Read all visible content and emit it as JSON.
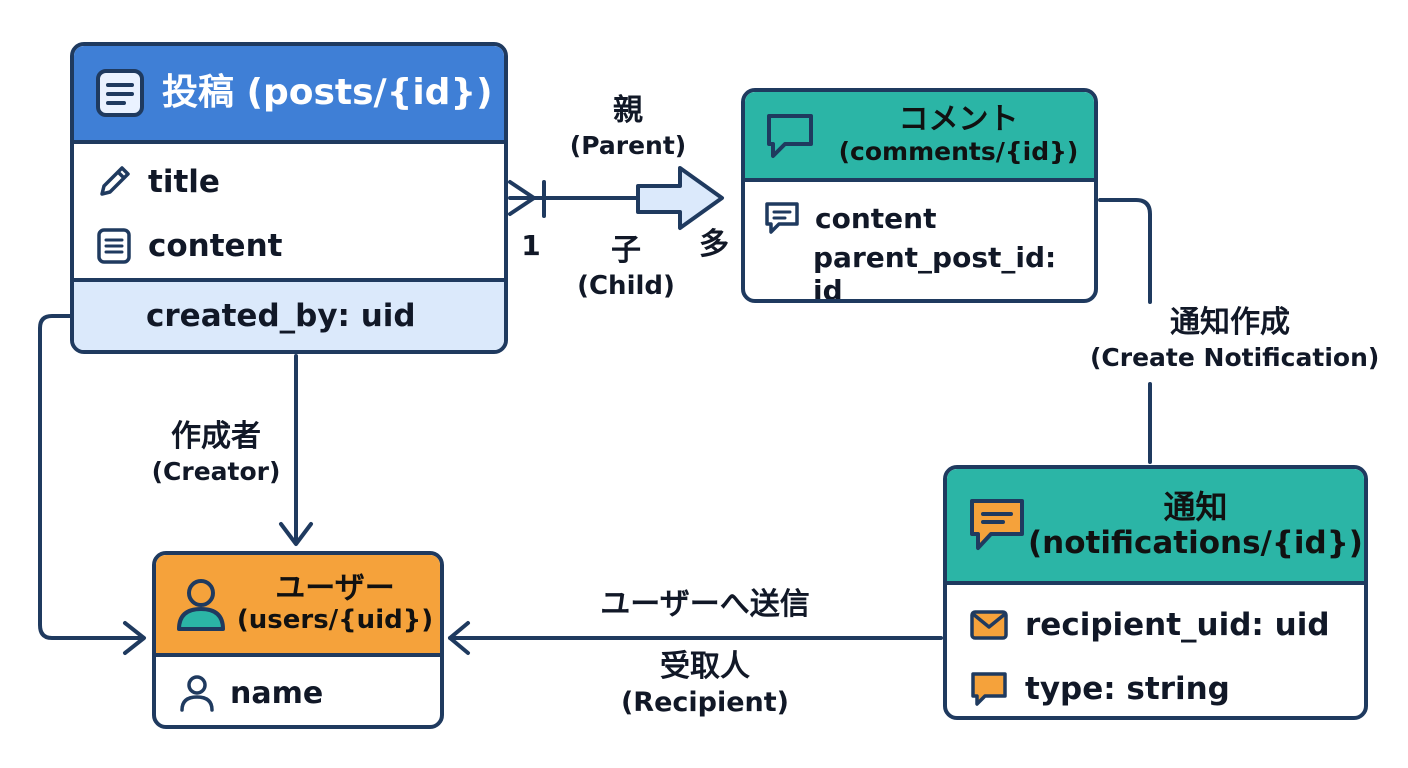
{
  "posts": {
    "title": "投稿 (posts/{id})",
    "icon": "document-icon",
    "fields": [
      {
        "label": "title",
        "icon": "pencil-icon"
      },
      {
        "label": "content",
        "icon": "document-icon"
      }
    ],
    "foreign_key": "created_by: uid"
  },
  "comments": {
    "title": "コメント",
    "subtitle": "(comments/{id})",
    "icon": "speech-bubble-icon",
    "fields": [
      {
        "label": "content",
        "icon": "chat-icon"
      },
      {
        "label": "parent_post_id: id"
      }
    ]
  },
  "users": {
    "title": "ユーザー",
    "subtitle": "(users/{uid})",
    "icon": "user-icon",
    "fields": [
      {
        "label": "name",
        "icon": "user-outline-icon"
      }
    ]
  },
  "notifications": {
    "title": "通知",
    "subtitle": "(notifications/{id})",
    "icon": "message-bubble-icon",
    "fields": [
      {
        "label": "recipient_uid: uid",
        "icon": "envelope-icon"
      },
      {
        "label": "type: string",
        "icon": "chat-icon"
      }
    ]
  },
  "relations": {
    "parent_child": {
      "parent": "親",
      "parent_en": "(Parent)",
      "child": "子",
      "child_en": "(Child)",
      "one": "1",
      "many": "多"
    },
    "creator": {
      "label": "作成者",
      "label_en": "(Creator)"
    },
    "create_notification": {
      "label": "通知作成",
      "label_en": "(Create Notification)"
    },
    "send_to_user": {
      "label": "ユーザーへ送信",
      "sub": "受取人",
      "sub_en": "(Recipient)"
    }
  },
  "colors": {
    "stroke": "#1f3a5f",
    "posts_header": "#3f7fd6",
    "posts_fk_bg": "#dbe9fb",
    "teal_header": "#2bb5a6",
    "orange_header": "#f5a23b",
    "arrow_fill": "#dbe9fb"
  }
}
